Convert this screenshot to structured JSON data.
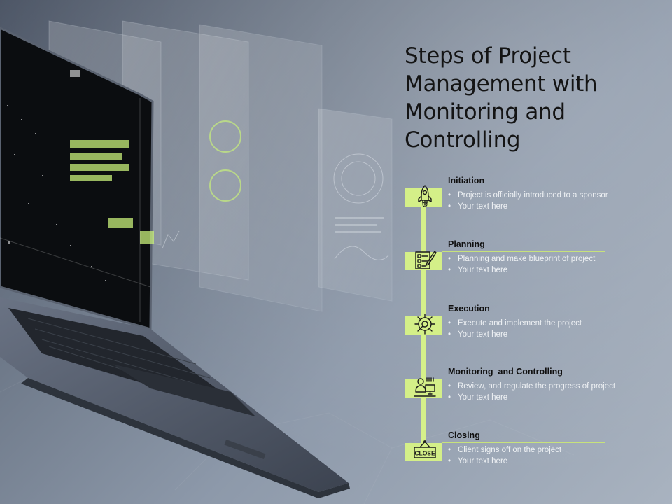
{
  "title": "Steps of Project Management with Monitoring and Controlling",
  "colors": {
    "accent": "#d4ef88",
    "title": "#141414",
    "bullet_text": "#eef1f4"
  },
  "steps": [
    {
      "title": "Initiation",
      "icon": "rocket-icon",
      "bullets": [
        "Project is officially introduced to a sponsor",
        "Your text here"
      ]
    },
    {
      "title": "Planning",
      "icon": "checklist-pencil-icon",
      "bullets": [
        "Planning and make blueprint of project",
        "Your text here"
      ]
    },
    {
      "title": "Execution",
      "icon": "gear-wrench-icon",
      "bullets": [
        "Execute and implement the project",
        "Your text here"
      ]
    },
    {
      "title": "Monitoring  and Controlling",
      "icon": "person-computer-icon",
      "bullets": [
        "Review, and regulate the progress of project",
        "Your text here"
      ]
    },
    {
      "title": "Closing",
      "icon": "close-sign-icon",
      "icon_text": "CLOSE",
      "bullets": [
        "Client signs off on the project",
        "Your text here"
      ]
    }
  ]
}
